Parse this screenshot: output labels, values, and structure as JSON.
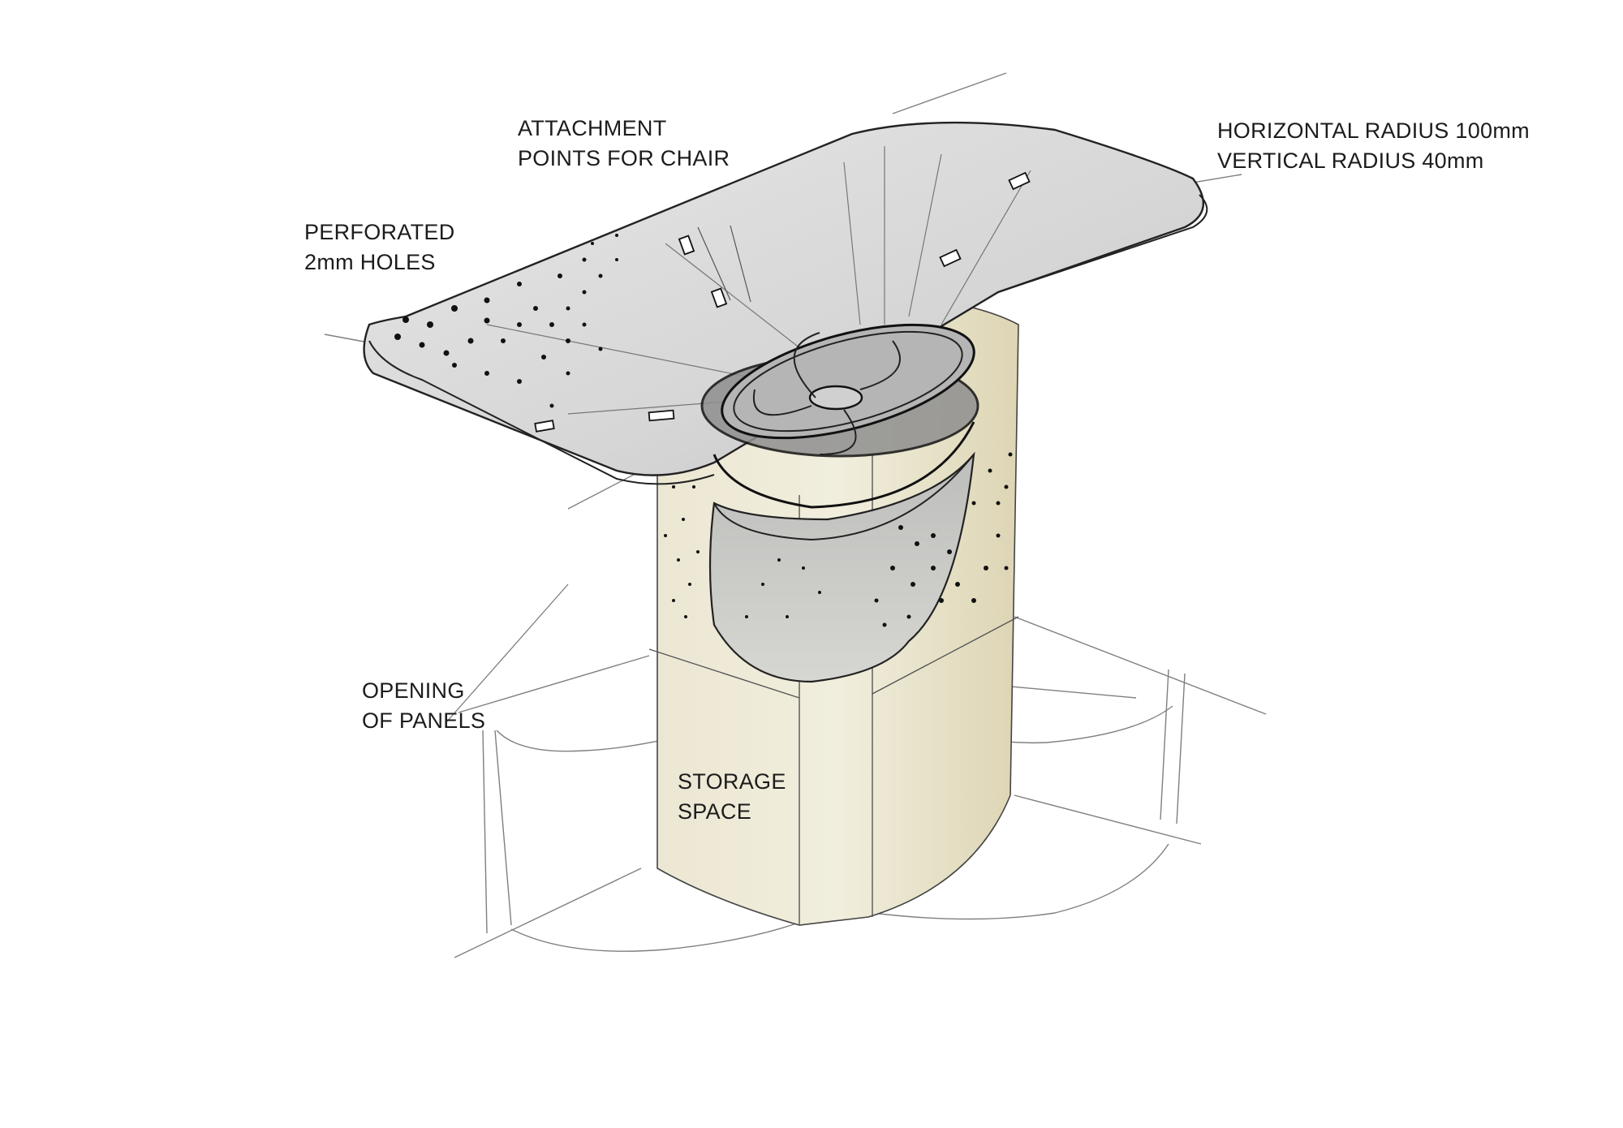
{
  "annotations": {
    "attachment": {
      "line1": "ATTACHMENT",
      "line2": "POINTS FOR CHAIR"
    },
    "radius": {
      "line1": "HORIZONTAL RADIUS 100mm",
      "line2": "VERTICAL RADIUS 40mm"
    },
    "perforated": {
      "line1": "PERFORATED",
      "line2": "2mm HOLES"
    },
    "opening": {
      "line1": "OPENING",
      "line2": "OF PANELS"
    },
    "storage": {
      "line1": "STORAGE",
      "line2": "SPACE"
    }
  },
  "colors": {
    "paper": "#ffffff",
    "ink": "#1c1c1c",
    "tabletop": "#d8d8d8",
    "pedestal": "#e9e4cc",
    "basket": "#c9c9c6"
  }
}
